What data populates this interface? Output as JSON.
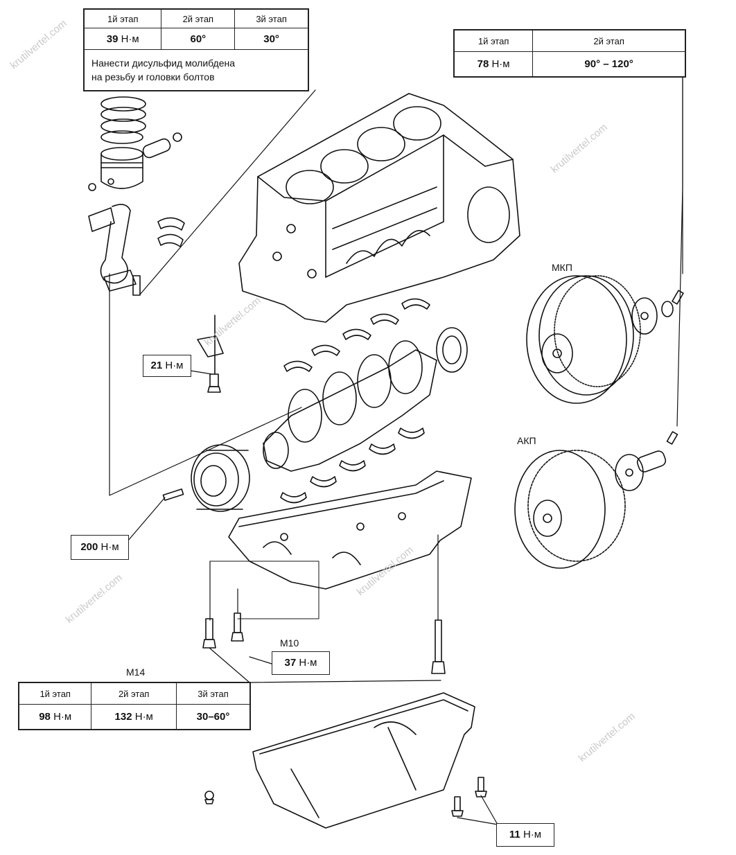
{
  "top_left_table": {
    "headers": [
      "1й этап",
      "2й этап",
      "3й этап"
    ],
    "values": [
      {
        "num": "39",
        "unit": "Н·м"
      },
      {
        "num": "60°",
        "unit": ""
      },
      {
        "num": "30°",
        "unit": ""
      }
    ],
    "note_line1": "Нанести дисульфид молибдена",
    "note_line2": "на резьбу и головки болтов"
  },
  "top_right_table": {
    "headers": [
      "1й этап",
      "2й этап"
    ],
    "values": [
      {
        "num": "78",
        "unit": "Н·м"
      },
      {
        "num": "90° – 120°",
        "unit": ""
      }
    ]
  },
  "labels": {
    "mkp": "МКП",
    "akp": "АКП",
    "m10": "M10",
    "m14": "M14"
  },
  "torque_boxes": {
    "b21": {
      "num": "21",
      "unit": "Н·м"
    },
    "b200": {
      "num": "200",
      "unit": "Н·м"
    },
    "b37": {
      "num": "37",
      "unit": "Н·м"
    },
    "b11": {
      "num": "11",
      "unit": "Н·м"
    }
  },
  "m14_table": {
    "headers": [
      "1й этап",
      "2й этап",
      "3й этап"
    ],
    "values": [
      {
        "num": "98",
        "unit": "Н·м"
      },
      {
        "num": "132",
        "unit": "Н·м"
      },
      {
        "num": "30–60°",
        "unit": ""
      }
    ]
  }
}
